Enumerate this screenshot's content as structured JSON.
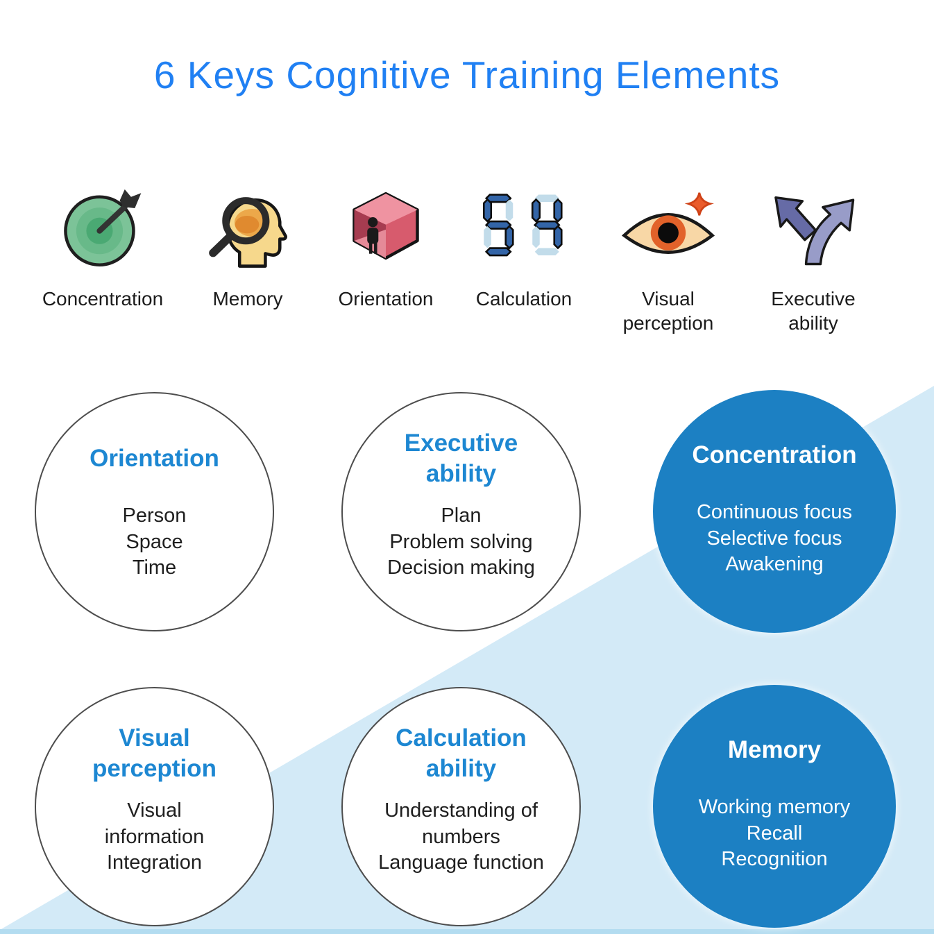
{
  "title": "6 Keys Cognitive Training Elements",
  "colors": {
    "title_blue": "#2080f3",
    "circle_heading_blue": "#1d87d2",
    "filled_circle_blue": "#1c80c3",
    "diagonal_background": "#d3eaf7",
    "bottom_band": "#b3dcf0",
    "target_green": "#7cc398",
    "head_yellow": "#f6d88c",
    "brain_orange": "#eca84a",
    "cube_red": "#d75b6d",
    "segment_blue": "#3365a8",
    "segment_inactive": "#c2dcea",
    "eye_peach": "#f8d7a6",
    "iris_orange": "#e2622a",
    "arrow_dark_purple": "#666ba6",
    "arrow_light_purple": "#989cc8"
  },
  "icon_row": {
    "items": [
      {
        "label": "Concentration"
      },
      {
        "label": "Memory"
      },
      {
        "label": "Orientation"
      },
      {
        "label": "Calculation"
      },
      {
        "label": "Visual\nperception"
      },
      {
        "label": "Executive\nability"
      }
    ]
  },
  "circles": {
    "items": [
      {
        "title": "Orientation",
        "body": "Person\nSpace\nTime"
      },
      {
        "title": "Executive\nability",
        "body": "Plan\nProblem solving\nDecision making"
      },
      {
        "title": "Concentration",
        "body": "Continuous focus\nSelective focus\nAwakening"
      },
      {
        "title": "Visual\nperception",
        "body": "Visual\ninformation\nIntegration"
      },
      {
        "title": "Calculation\nability",
        "body": "Understanding of\nnumbers\nLanguage function"
      },
      {
        "title": "Memory",
        "body": "Working memory\nRecall\nRecognition"
      }
    ]
  }
}
